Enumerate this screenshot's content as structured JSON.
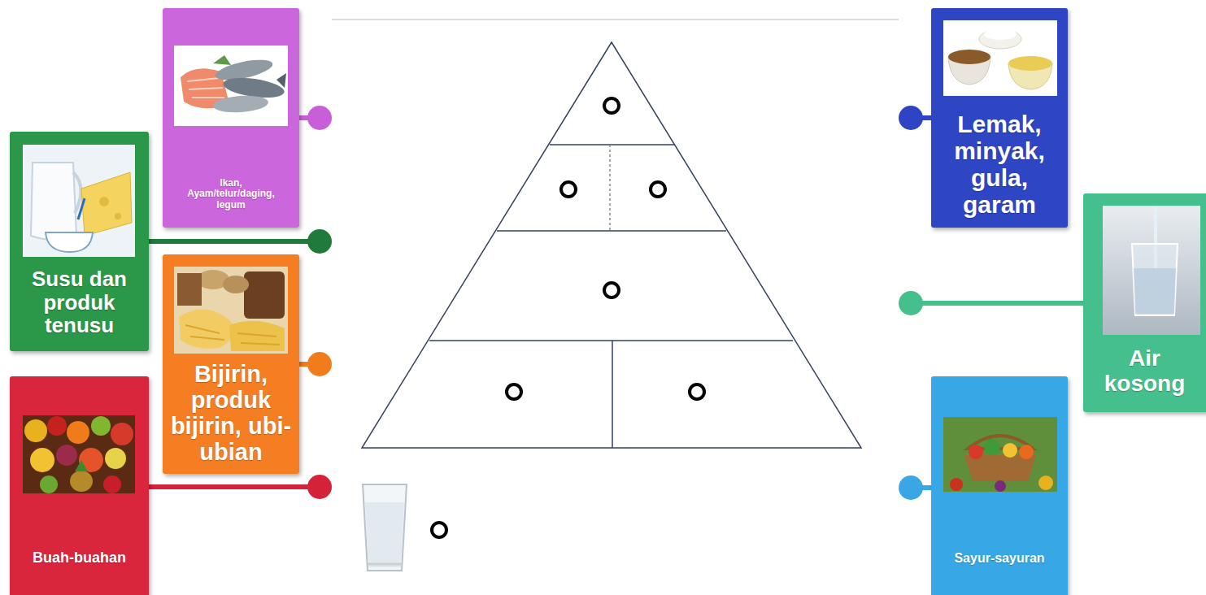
{
  "diagram": {
    "nodes": [
      {
        "text": [
          "Ikan, Ayam/telur/daging, legum"
        ]
      },
      {
        "text": [
          "Lemak, minyak, gula, garam"
        ]
      },
      {
        "text": [
          "Susu dan produk tenusu"
        ]
      },
      {
        "text": [
          "Air kosong"
        ]
      },
      {
        "text": [
          "Bijirin, produk bijirin, ubi-ubian"
        ]
      },
      {
        "text": [
          "Buah-buahan"
        ]
      },
      {
        "text": [
          "Sayur-sayuran"
        ]
      }
    ]
  }
}
